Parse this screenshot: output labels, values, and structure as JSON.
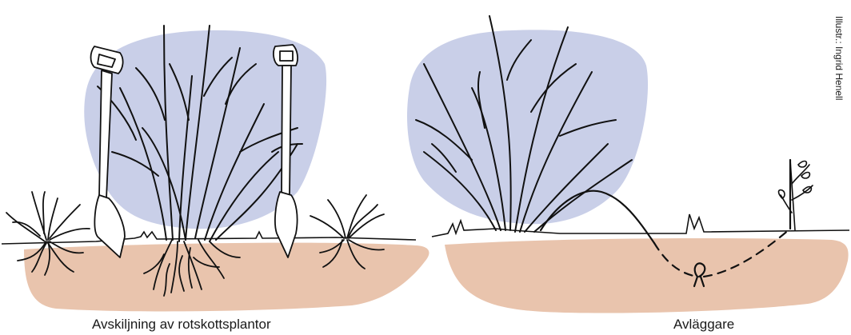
{
  "illustration": {
    "left_caption": "Avskiljning av rotskottsplantor",
    "right_caption": "Avläggare",
    "credit": "Illustr.: Ingrid Henell"
  },
  "colors": {
    "soil": "#e9c4ad",
    "foliage": "#c9cfe8",
    "ink": "#111111",
    "spade": "#ffffff"
  },
  "icons": {
    "spade": "spade-icon",
    "shrub": "shrub-icon",
    "seedling": "seedling-icon"
  }
}
